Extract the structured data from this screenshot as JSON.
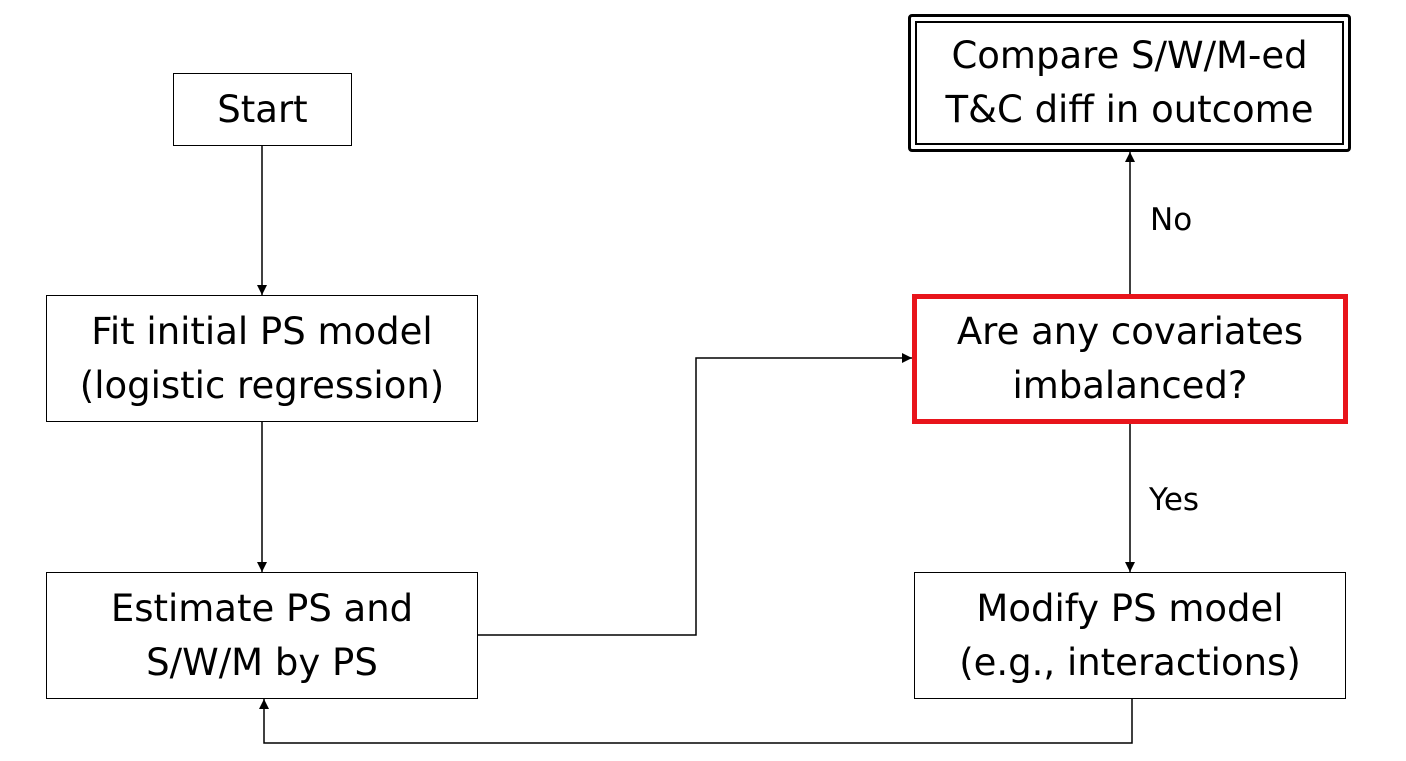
{
  "colors": {
    "line": "#000000",
    "highlight_border": "#e8141b",
    "background": "#ffffff"
  },
  "nodes": {
    "start": {
      "lines": [
        "Start"
      ]
    },
    "fit_model": {
      "lines": [
        "Fit initial PS model",
        "(logistic regression)"
      ]
    },
    "estimate": {
      "lines": [
        "Estimate PS and",
        "S/W/M by PS"
      ]
    },
    "question": {
      "lines": [
        "Are any covariates",
        "imbalanced?"
      ]
    },
    "modify": {
      "lines": [
        "Modify PS model",
        "(e.g., interactions)"
      ]
    },
    "compare": {
      "lines": [
        "Compare S/W/M-ed",
        "T&C diff in outcome"
      ]
    }
  },
  "edges": {
    "no_label": "No",
    "yes_label": "Yes"
  }
}
